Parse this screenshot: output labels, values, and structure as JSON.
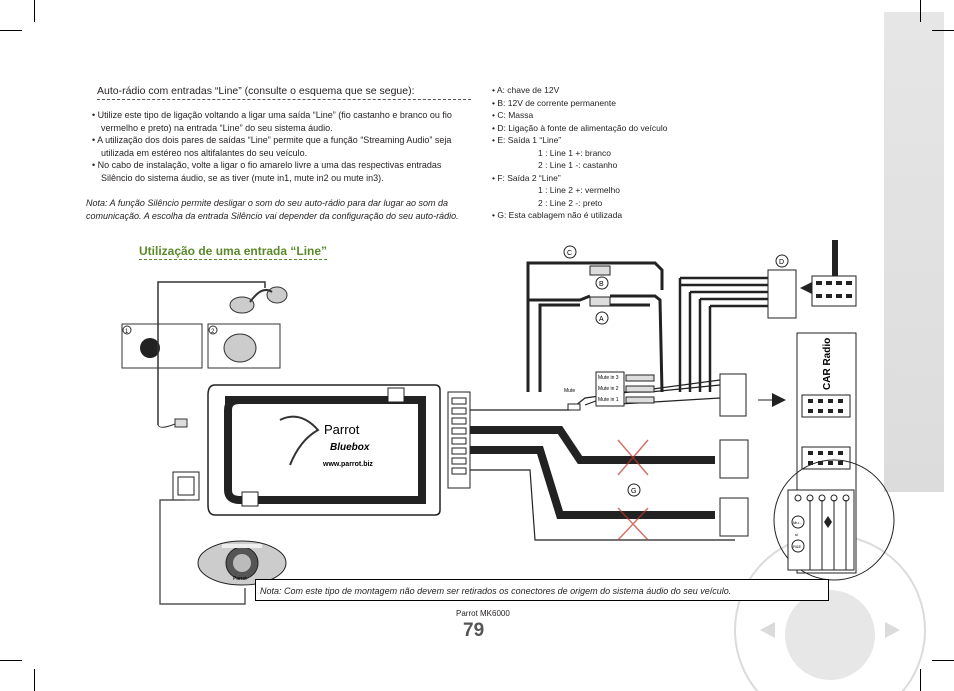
{
  "left_column": {
    "heading": "Auto-rádio com entradas “Line” (consulte o esquema que se segue):",
    "bullets": [
      "Utilize este tipo de ligação voltando a ligar uma saída “Line” (fio castanho e branco ou fio vermelho e preto) na entrada “Line” do seu sistema áudio.",
      "A utilização dos dois pares de saídas “Line” permite que a função “Streaming Audio” seja utilizada em estéreo nos altifalantes do seu veículo.",
      "No cabo de instalação, volte a ligar o fio amarelo livre a uma das respectivas entradas Silêncio do sistema áudio, se as tiver (mute in1, mute in2 ou mute in3)."
    ],
    "note": "Nota: A função Silêncio permite desligar o som do seu auto-rádio para dar lugar ao som da comunicação. A escolha da entrada Silêncio vai depender da configuração do seu auto-rádio."
  },
  "right_column": {
    "items": [
      {
        "text": "A: chave de 12V",
        "bullet": true
      },
      {
        "text": "B: 12V de corrente permanente",
        "bullet": true
      },
      {
        "text": "C: Massa",
        "bullet": true
      },
      {
        "text": "D: Ligação à fonte de alimentação do veículo",
        "bullet": true
      },
      {
        "text": "E: Saída 1 “Line”",
        "bullet": true
      },
      {
        "text": "1 : Line 1 +: branco",
        "bullet": false
      },
      {
        "text": "2 : Line 1 -: castanho",
        "bullet": false
      },
      {
        "text": "F: Saída 2 “Line”",
        "bullet": true
      },
      {
        "text": "1 : Line 2 +: vermelho",
        "bullet": false
      },
      {
        "text": "2 : Line 2 -: preto",
        "bullet": false
      },
      {
        "text": "G: Esta cablagem não é utilizada",
        "bullet": true
      }
    ]
  },
  "diagram": {
    "subtitle": "Utilização de uma entrada “Line”",
    "labels": {
      "c": "C",
      "b": "B",
      "a": "A",
      "d": "D",
      "g": "G",
      "step1": "1",
      "step2": "2"
    },
    "mute_labels": {
      "mute": "Mute",
      "in3": "Mute in 3",
      "in2": "Mute in 2",
      "in1": "Mute in 1"
    },
    "bluebox": {
      "brand": "Parrot",
      "model": "Bluebox",
      "url": "www.parrot.biz"
    },
    "remote_brand": "Parrot",
    "car_radio": "CAR Radio",
    "radio_buttons": {
      "mute": "Mu...",
      "s1": "sl",
      "s2": "R&E"
    }
  },
  "note_box": "Nota: Com este tipo de montagem não devem ser retirados os conectores de origem do sistema áudio do seu veículo.",
  "footer": {
    "product": "Parrot MK6000",
    "page": "79"
  }
}
